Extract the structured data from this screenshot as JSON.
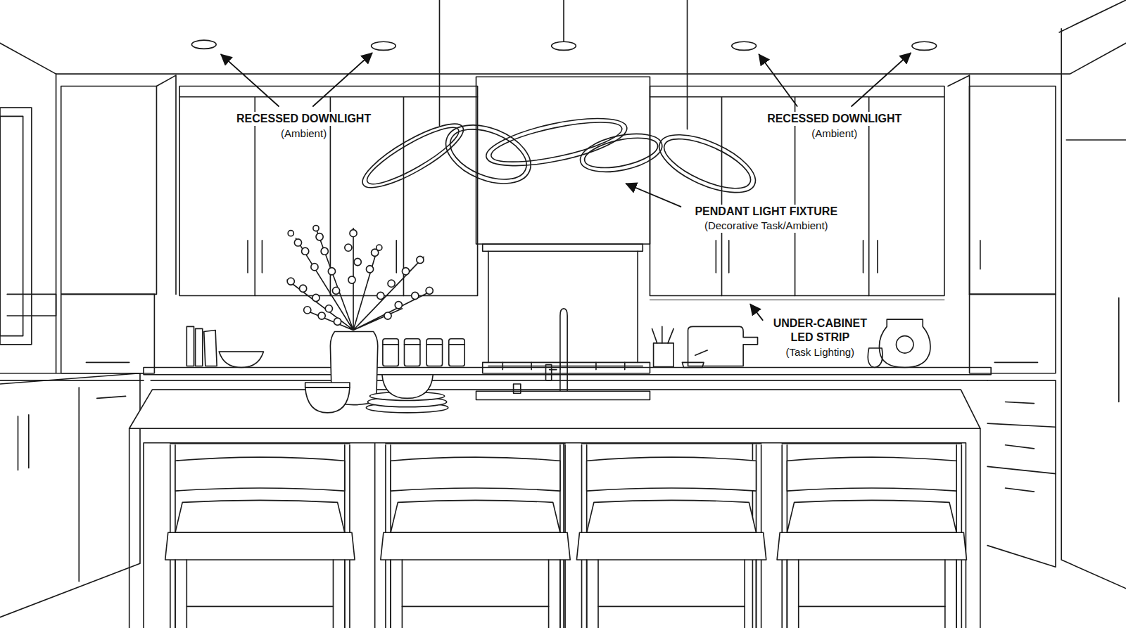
{
  "diagram": {
    "labels": [
      "RECESSED DOWNLIGHT",
      "(Ambient)",
      "RECESSED DOWNLIGHT",
      "(Ambient)",
      "PENDANT LIGHT FIXTURE",
      "(Decorative Task/Ambient)",
      "UNDER-CABINET LED STRIP",
      "(Task Lighting)"
    ]
  }
}
